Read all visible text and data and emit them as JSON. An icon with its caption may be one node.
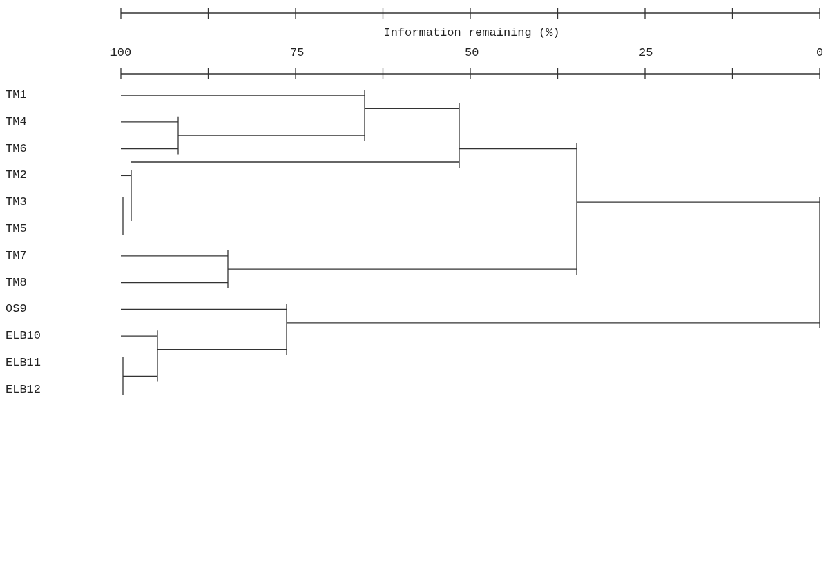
{
  "diagram": {
    "labels": [
      "Information remaining (%)",
      "100",
      "75",
      "50",
      "25",
      "0",
      "TM1",
      "TM4",
      "TM6",
      "TM2",
      "TM3",
      "TM5",
      "TM7",
      "TM8",
      "OS9",
      "ELB10",
      "ELB11",
      "ELB12"
    ]
  }
}
